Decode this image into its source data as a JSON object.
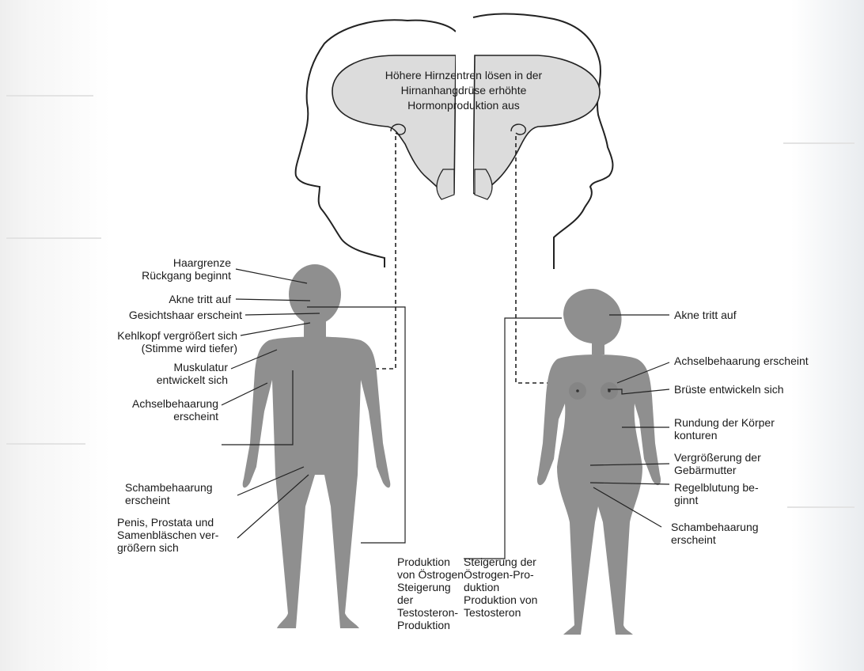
{
  "brain_caption": [
    "Höhere Hirnzentren lösen in der",
    "Hirnanhangdrüse erhöhte",
    "Hormonproduktion aus"
  ],
  "male_labels": {
    "hairline": [
      "Haargrenze",
      "Rückgang beginnt"
    ],
    "acne": "Akne tritt auf",
    "facial_hair": "Gesichtshaar erscheint",
    "larynx": [
      "Kehlkopf vergrößert sich",
      "(Stimme wird tiefer)"
    ],
    "muscles": [
      "Muskulatur",
      "entwickelt sich"
    ],
    "armpit_hair": [
      "Achselbehaarung",
      "erscheint"
    ],
    "pubic_hair": [
      "Schambehaarung",
      "erscheint"
    ],
    "penis": [
      "Penis, Prostata und",
      "Samenbläschen ver-",
      "größern  sich"
    ],
    "hormones": [
      "Produktion",
      "von Östrogen",
      "Steigerung",
      "der",
      "Testosteron-",
      "Produktion"
    ]
  },
  "female_labels": {
    "acne": "Akne tritt auf",
    "armpit_hair": "Achselbehaarung  erscheint",
    "breasts": "Brüste entwickeln  sich",
    "body_contours": [
      "Rundung der Körper",
      "konturen"
    ],
    "uterus": [
      "Vergrößerung der",
      "Gebärmutter"
    ],
    "menstruation": [
      "Regelblutung be-",
      "ginnt"
    ],
    "pubic_hair": [
      "Schambehaarung",
      "erscheint"
    ],
    "hormones": [
      "Steigerung der",
      "Östrogen-Pro-",
      "duktion",
      "Produktion von",
      "Testosteron"
    ]
  },
  "colors": {
    "figure": "#8f8f8f",
    "brain": "#dcdcdc",
    "line": "#222222",
    "text": "#1a1a1a"
  }
}
